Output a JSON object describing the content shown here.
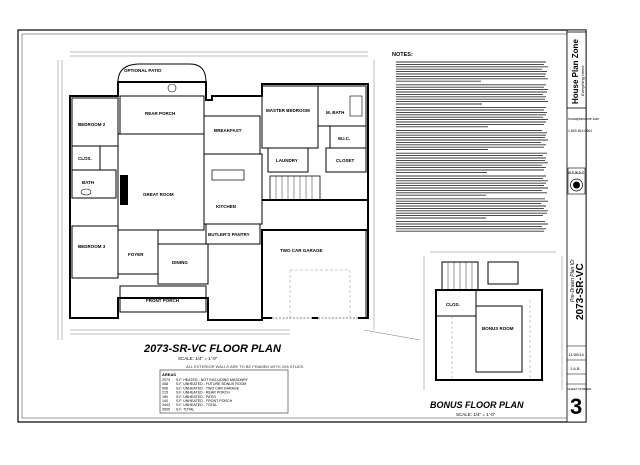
{
  "main_plan": {
    "title": "2073-SR-VC FLOOR PLAN",
    "scale": "SCALE: 1/4\" = 1'-0\"",
    "rooms": {
      "optional_patio": "OPTIONAL PATIO",
      "rear_porch": "REAR PORCH",
      "breakfast": "BREAKFAST",
      "master_bedroom": "MASTER BEDROOM",
      "m_bath": "M. BATH",
      "w_i_c": "W.I.C.",
      "bedroom2": "BEDROOM 2",
      "clos1": "CLOS.",
      "bath": "BATH",
      "great_room": "GREAT ROOM",
      "kitchen": "KITCHEN",
      "laundry": "LAUNDRY",
      "closet": "CLOSET",
      "bedroom3": "BEDROOM 3",
      "foyer": "FOYER",
      "butlers_pantry": "BUTLER'S PANTRY",
      "dining": "DINING",
      "front_porch": "FRONT PORCH",
      "garage": "TWO CAR GARAGE"
    },
    "area_table": {
      "header": "AREAS",
      "rows": [
        {
          "value": "2073",
          "desc": "S.F. HEATED - NOT INCLUDING MASONRY"
        },
        {
          "value": "458",
          "desc": "S.F. UNHEATED - FUTURE BONUS ROOM"
        },
        {
          "value": "506",
          "desc": "S.F. UNHEATED - TWO CAR GARAGE"
        },
        {
          "value": "215",
          "desc": "S.F. UNHEATED - REAR PORCH"
        },
        {
          "value": "180",
          "desc": "S.F. UNHEATED - PATIO"
        },
        {
          "value": "140",
          "desc": "S.F. UNHEATED - FRONT PORCH"
        },
        {
          "value": "3443",
          "desc": "S.F. UNHEATED - TOTAL"
        },
        {
          "value": "3505",
          "desc": "S.F. TOTAL"
        }
      ]
    }
  },
  "bonus_plan": {
    "title": "BONUS FLOOR PLAN",
    "scale": "SCALE: 1/4\" = 1'-0\"",
    "rooms": {
      "clos": "CLOS.",
      "bonus_room": "BONUS ROOM"
    }
  },
  "notes": {
    "heading": "NOTES:"
  },
  "title_block": {
    "company": "House Plan Zone",
    "company_tagline": "Everything Home",
    "website": "houseplanzone.com",
    "phone": "1.800.814.0661",
    "seal": "N-C-B-D-C",
    "plan_label": "Pre-Drawn Plan ID:",
    "plan_id": "2073-SR-VC",
    "date": "11/30/14",
    "drawn_by": "J.A.B.",
    "sheet_label": "SHEET NUMBER",
    "sheet_number": "3"
  }
}
